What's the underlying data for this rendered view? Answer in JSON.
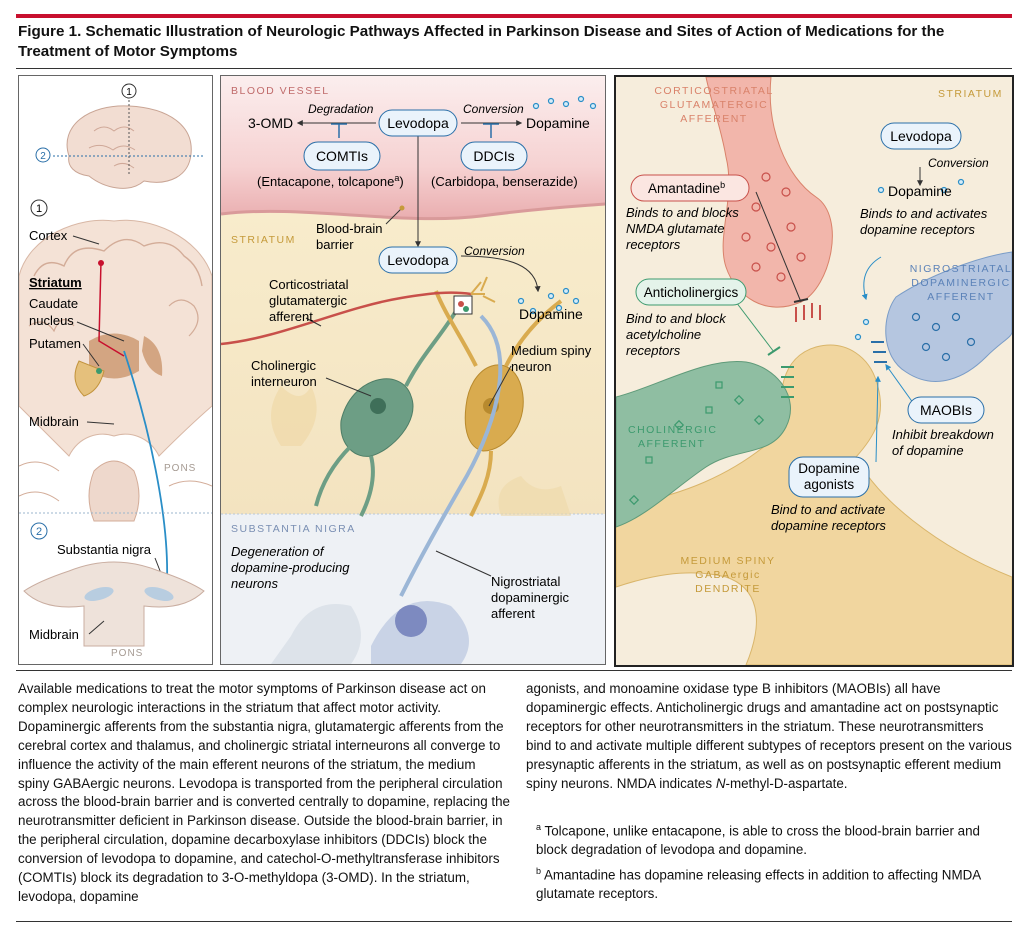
{
  "figure": {
    "title": "Figure 1. Schematic Illustration of Neurologic Pathways Affected in Parkinson Disease and Sites of Action of Medications for the Treatment of Motor Symptoms"
  },
  "panel_left": {
    "marker_1": "1",
    "marker_2": "2",
    "cortex": "Cortex",
    "striatum": "Striatum",
    "caudate_nucleus_1": "Caudate",
    "caudate_nucleus_2": "nucleus",
    "putamen": "Putamen",
    "midbrain": "Midbrain",
    "pons": "PONS",
    "substantia_nigra": "Substantia nigra",
    "midbrain_2": "Midbrain",
    "pons_2": "PONS"
  },
  "panel_middle": {
    "blood_vessel": "BLOOD VESSEL",
    "degradation": "Degradation",
    "conversion_top": "Conversion",
    "omd": "3-OMD",
    "levodopa_top": "Levodopa",
    "dopamine_top": "Dopamine",
    "comtis": "COMTIs",
    "ddcis": "DDCIs",
    "comtis_examples": "(Entacapone, tolcapone",
    "comtis_sup": "a",
    "comtis_close": ")",
    "ddcis_examples": "(Carbidopa, benserazide)",
    "striatum": "STRIATUM",
    "bbb_1": "Blood-brain",
    "bbb_2": "barrier",
    "levodopa_mid": "Levodopa",
    "conversion_mid": "Conversion",
    "dopamine_mid": "Dopamine",
    "corticostriatal_1": "Corticostriatal",
    "corticostriatal_2": "glutamatergic",
    "corticostriatal_3": "afferent",
    "cholinergic_1": "Cholinergic",
    "cholinergic_2": "interneuron",
    "msn_1": "Medium spiny",
    "msn_2": "neuron",
    "substantia_nigra": "SUBSTANTIA NIGRA",
    "degeneration_1": "Degeneration of",
    "degeneration_2": "dopamine-producing",
    "degeneration_3": "neurons",
    "nigro_1": "Nigrostriatal",
    "nigro_2": "dopaminergic",
    "nigro_3": "afferent"
  },
  "panel_right": {
    "cga_1": "CORTICOSTRIATAL",
    "cga_2": "GLUTAMATERGIC",
    "cga_3": "AFFERENT",
    "striatum": "STRIATUM",
    "amantadine": "Amantadine",
    "amantadine_sup": "b",
    "amantadine_desc_1": "Binds to and blocks",
    "amantadine_desc_2": "NMDA glutamate",
    "amantadine_desc_3": "receptors",
    "levodopa": "Levodopa",
    "conversion": "Conversion",
    "dopamine": "Dopamine",
    "dopamine_desc_1": "Binds to and activates",
    "dopamine_desc_2": "dopamine receptors",
    "anticholinergics": "Anticholinergics",
    "antichol_desc_1": "Bind to and block",
    "antichol_desc_2": "acetylcholine",
    "antichol_desc_3": "receptors",
    "nda_1": "NIGROSTRIATAL",
    "nda_2": "DOPAMINERGIC",
    "nda_3": "AFFERENT",
    "cholinergic_afferent_1": "CHOLINERGIC",
    "cholinergic_afferent_2": "AFFERENT",
    "maobis": "MAOBIs",
    "maobis_desc_1": "Inhibit breakdown",
    "maobis_desc_2": "of dopamine",
    "agonists_1": "Dopamine",
    "agonists_2": "agonists",
    "agonists_desc_1": "Bind to and activate",
    "agonists_desc_2": "dopamine receptors",
    "msgd_1": "MEDIUM SPINY",
    "msgd_2": "GABAergic",
    "msgd_3": "DENDRITE"
  },
  "caption": {
    "col1": "Available medications to treat the motor symptoms of Parkinson disease act on complex neurologic interactions in the striatum that affect motor activity. Dopaminergic afferents from the substantia nigra, glutamatergic afferents from the cerebral cortex and thalamus, and cholinergic striatal interneurons all converge to influence the activity of the main efferent neurons of the striatum, the medium spiny GABAergic neurons. Levodopa is transported from the peripheral circulation across the blood-brain barrier and is converted centrally to dopamine, replacing the neurotransmitter deficient in Parkinson disease. Outside the blood-brain barrier, in the peripheral circulation, dopamine decarboxylase inhibitors (DDCIs) block the conversion of levodopa to dopamine, and catechol-O-methyltransferase inhibitors (COMTIs) block its degradation to 3-O-methyldopa (3-OMD). In the striatum, levodopa, dopamine",
    "col2": "agonists, and monoamine oxidase type B inhibitors (MAOBIs) all have dopaminergic effects. Anticholinergic drugs and amantadine act on postsynaptic receptors for other neurotransmitters in the striatum. These neurotransmitters bind to and activate multiple different subtypes of receptors present on the various presynaptic afferents in the striatum, as well as on postsynaptic efferent medium spiny neurons. NMDA indicates",
    "col2_end_italic": "N",
    "col2_end_rest": "-methyl-D-aspartate.",
    "fn_a_mark": "a",
    "fn_a": "Tolcapone, unlike entacapone, is able to cross the blood-brain barrier and block degradation of levodopa and dopamine.",
    "fn_b_mark": "b",
    "fn_b": "Amantadine has dopamine releasing effects in addition to affecting NMDA glutamate receptors."
  },
  "colors": {
    "accent_red": "#c8102e",
    "label_blue": "#2a6fa8",
    "label_gold": "#c59a3a",
    "label_salmon": "#d9826a",
    "label_teal": "#3c9a6e"
  }
}
